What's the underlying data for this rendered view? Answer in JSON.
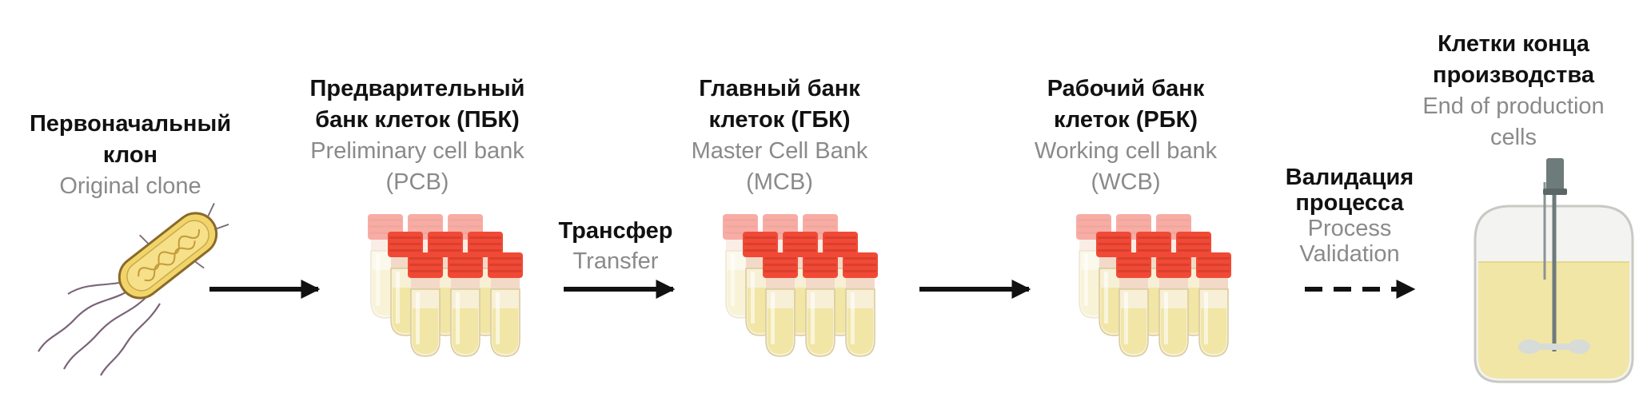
{
  "steps": [
    {
      "ru": "Первоначальный клон",
      "en": "Original clone"
    },
    {
      "ru": "Предварительный банк клеток (ПБК)",
      "en": "Preliminary cell bank (PCB)"
    },
    {
      "ru": "Главный банк клеток (ГБК)",
      "en": "Master Cell Bank (MCB)"
    },
    {
      "ru": "Рабочий банк клеток (РБК)",
      "en": "Working cell bank (WCB)"
    },
    {
      "ru": "Клетки конца производства",
      "en": "End of production cells"
    }
  ],
  "transitions": [
    {
      "ru": "Трансфер",
      "en": "Transfer",
      "style": "solid"
    },
    {
      "ru": "Валидация процесса",
      "en": "Process Validation",
      "style": "dashed"
    }
  ],
  "icons": {
    "clone": "bacterium-icon",
    "bank": "cryovial-rack-icon",
    "production": "bioreactor-icon",
    "arrow": "arrow-right-icon"
  },
  "colors": {
    "vial_cap": "#f04a37",
    "vial_cap_faded": "#f6a79d",
    "medium": "#f1e6a6",
    "bacterium": "#f1d56a",
    "arrow": "#111111",
    "english_text": "#8a8a8a"
  }
}
